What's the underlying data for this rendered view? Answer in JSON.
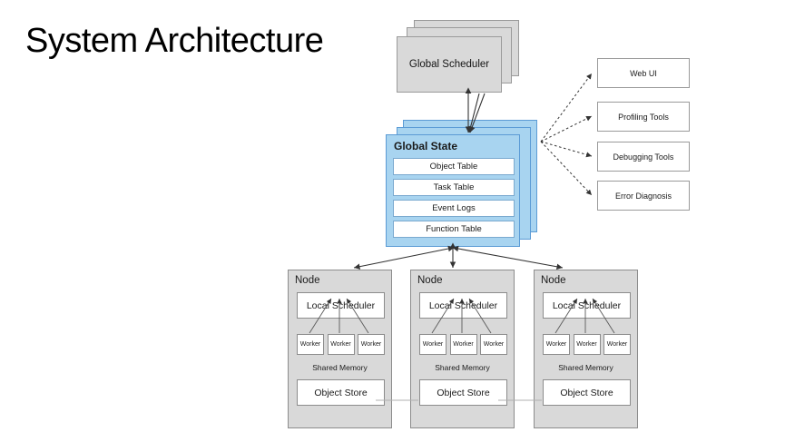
{
  "slide": {
    "title": "System Architecture",
    "background": "#ffffff"
  },
  "colors": {
    "scheduler_fill": "#d9d9d9",
    "scheduler_border": "#9a9a9a",
    "global_state_fill": "#a8d4f0",
    "global_state_border": "#5b9bd5",
    "node_fill": "#d9d9d9",
    "node_border": "#8c8c8c",
    "inner_box_fill": "#ffffff",
    "arrow": "#333333",
    "text": "#1a1a1a"
  },
  "global_scheduler": {
    "label": "Global Scheduler",
    "stack_count": 3
  },
  "global_state": {
    "label": "Global State",
    "stack_count": 3,
    "rows": [
      {
        "label": "Object Table"
      },
      {
        "label": "Task Table"
      },
      {
        "label": "Event Logs"
      },
      {
        "label": "Function Table"
      }
    ]
  },
  "tools": [
    {
      "label": "Web UI"
    },
    {
      "label": "Profiling Tools"
    },
    {
      "label": "Debugging Tools"
    },
    {
      "label": "Error Diagnosis"
    }
  ],
  "nodes": [
    {
      "label": "Node",
      "local_scheduler": "Local Scheduler",
      "workers": [
        "Worker",
        "Worker",
        "Worker"
      ],
      "shared_memory": "Shared Memory",
      "object_store": "Object Store"
    },
    {
      "label": "Node",
      "local_scheduler": "Local Scheduler",
      "workers": [
        "Worker",
        "Worker",
        "Worker"
      ],
      "shared_memory": "Shared Memory",
      "object_store": "Object Store"
    },
    {
      "label": "Node",
      "local_scheduler": "Local Scheduler",
      "workers": [
        "Worker",
        "Worker",
        "Worker"
      ],
      "shared_memory": "Shared Memory",
      "object_store": "Object Store"
    }
  ]
}
